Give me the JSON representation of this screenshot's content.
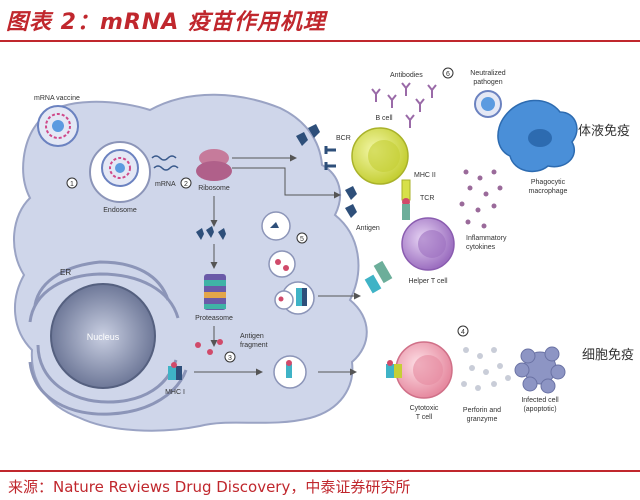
{
  "header": {
    "title": "图表 2：mRNA 疫苗作用机理"
  },
  "footer": {
    "source": "来源：Nature Reviews Drug Discovery，中泰证券研究所"
  },
  "side_labels": {
    "humoral": "体液免疫",
    "cellular": "细胞免疫"
  },
  "diagram": {
    "mrna_vaccine": "mRNA vaccine",
    "endosome": "Endosome",
    "mrna": "mRNA",
    "ribosome": "Ribosome",
    "er": "ER",
    "nucleus": "Nucleus",
    "proteasome": "Proteasome",
    "antigen_fragment_1": "Antigen",
    "antigen_fragment_2": "fragment",
    "mhc_i": "MHC I",
    "bcr": "BCR",
    "b_cell": "B cell",
    "mhc_ii": "MHC II",
    "tcr": "TCR",
    "antigen": "Antigen",
    "antibodies": "Antibodies",
    "neutralized_1": "Neutralized",
    "neutralized_2": "pathogen",
    "phagocytic_1": "Phagocytic",
    "phagocytic_2": "macrophage",
    "inflammatory_1": "Inflammatory",
    "inflammatory_2": "cytokines",
    "helper_t": "Helper T cell",
    "cytotoxic_1": "Cytotoxic",
    "cytotoxic_2": "T cell",
    "perforin_1": "Perforin and",
    "perforin_2": "granzyme",
    "infected_1": "Infected cell",
    "infected_2": "(apoptotic)",
    "step_1": "1",
    "step_2": "2",
    "step_3": "3",
    "step_4": "4",
    "step_5": "5",
    "step_6": "6"
  },
  "colors": {
    "accent": "#c0272d",
    "cell_fill": "#cfd6ea",
    "cell_stroke": "#9aa3c4",
    "b_cell": "#d7e04a",
    "helper_t": "#b48fd0",
    "cytotoxic_t": "#f0a0b0",
    "macrophage": "#4a8fd8",
    "receptor": "#2e4f7a"
  }
}
